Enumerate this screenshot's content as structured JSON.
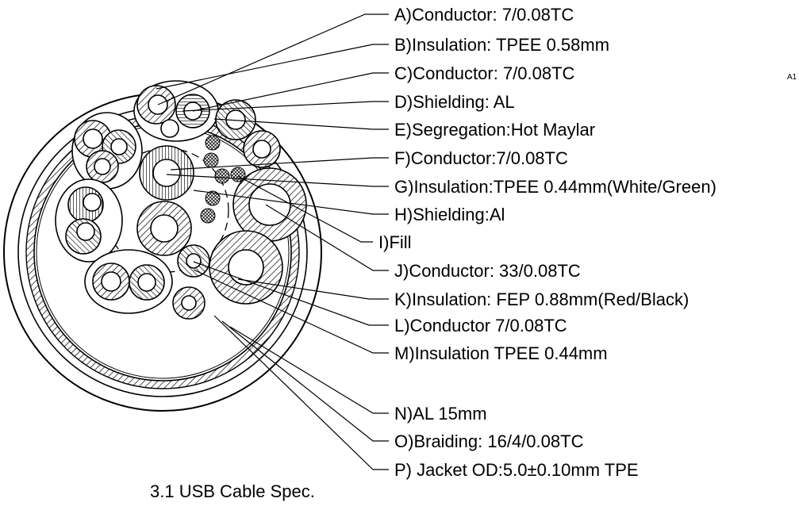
{
  "labels": {
    "a": "A)Conductor: 7/0.08TC",
    "b": "B)Insulation: TPEE 0.58mm",
    "c": "C)Conductor: 7/0.08TC",
    "d": "D)Shielding: AL",
    "e": "E)Segregation:Hot Maylar",
    "f": "F)Conductor:7/0.08TC",
    "g": "G)Insulation:TPEE 0.44mm(White/Green)",
    "h": "H)Shielding:Al",
    "i": "I)Fill",
    "j": "J)Conductor: 33/0.08TC",
    "k": "K)Insulation: FEP 0.88mm(Red/Black)",
    "l": "L)Conductor 7/0.08TC",
    "m": "M)Insulation  TPEE 0.44mm",
    "n": "N)AL 15mm",
    "o": "O)Braiding: 16/4/0.08TC",
    "p": "P) Jacket OD:5.0±0.10mm TPE"
  },
  "corner_mark": "A1",
  "caption": "3.1 USB Cable Spec."
}
